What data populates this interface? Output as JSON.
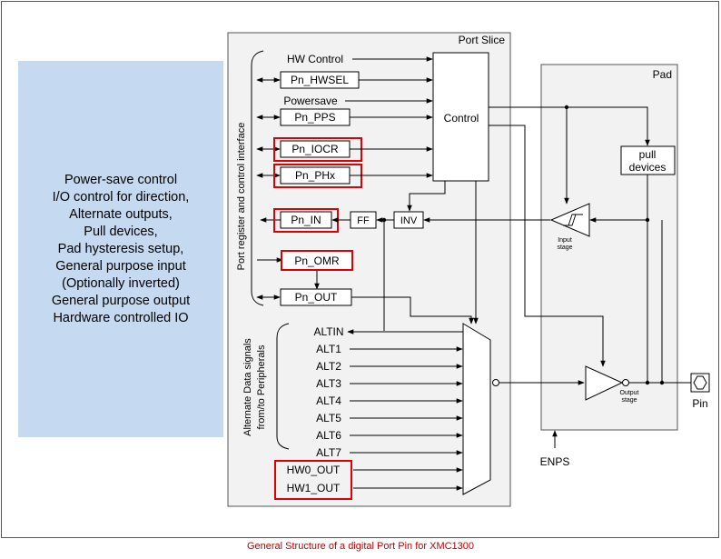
{
  "description": {
    "lines": [
      "Power-save control",
      "I/O control for direction,",
      "Alternate outputs,",
      "Pull devices,",
      "Pad hysteresis setup,",
      "General purpose input",
      "(Optionally inverted)",
      "General purpose output",
      "Hardware controlled IO"
    ]
  },
  "port_slice": {
    "title": "Port Slice",
    "interface_label": "Port register and control interface",
    "alt_label_line1": "Alternate Data signals",
    "alt_label_line2": "from/to Peripherals",
    "hw_control": "HW Control",
    "powersave": "Powersave",
    "control": "Control",
    "ff": "FF",
    "inv": "INV",
    "registers": {
      "hwsel": "Pn_HWSEL",
      "pps": "Pn_PPS",
      "iocr": "Pn_IOCR",
      "phx": "Pn_PHx",
      "in": "Pn_IN",
      "omr": "Pn_OMR",
      "out": "Pn_OUT"
    },
    "alt_signals": [
      "ALTIN",
      "ALT1",
      "ALT2",
      "ALT3",
      "ALT4",
      "ALT5",
      "ALT6",
      "ALT7"
    ],
    "hw_outputs": [
      "HW0_OUT",
      "HW1_OUT"
    ]
  },
  "pad": {
    "title": "Pad",
    "pull_line1": "pull",
    "pull_line2": "devices",
    "input_stage_line1": "Input",
    "input_stage_line2": "stage",
    "output_stage_line1": "Output",
    "output_stage_line2": "stage",
    "pin": "Pin",
    "enps": "ENPS"
  },
  "caption": "General Structure of a digital Port Pin for XMC1300",
  "colors": {
    "description_bg": "#c5d9f1",
    "slice_bg": "#f2f2f2",
    "highlight": "#e00000",
    "caption": "#c00000"
  }
}
